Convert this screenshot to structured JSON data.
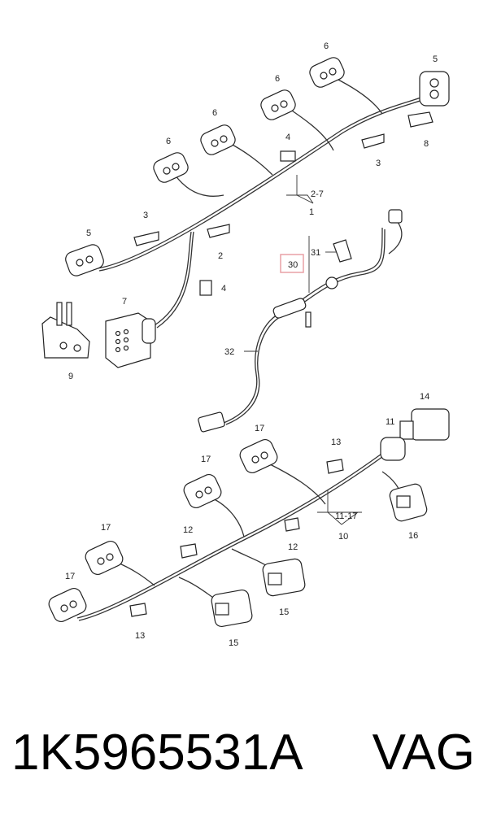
{
  "diagram": {
    "callouts": {
      "c_6a": "6",
      "c_6b": "6",
      "c_6c": "6",
      "c_6d": "6",
      "c_5a": "5",
      "c_5b": "5",
      "c_4a": "4",
      "c_4b": "4",
      "c_3a": "3",
      "c_3b": "3",
      "c_2": "2",
      "c_27": "2-7",
      "c_1": "1",
      "c_8": "8",
      "c_7": "7",
      "c_9": "9",
      "c_30": "30",
      "c_31": "31",
      "c_32": "32",
      "c_14": "14",
      "c_11": "11",
      "c_13a": "13",
      "c_13b": "13",
      "c_17a": "17",
      "c_17b": "17",
      "c_17c": "17",
      "c_17d": "17",
      "c_1117": "11-17",
      "c_10": "10",
      "c_12a": "12",
      "c_12b": "12",
      "c_16": "16",
      "c_15a": "15",
      "c_15b": "15"
    },
    "highlight_color": "#e8a0a6"
  },
  "footer": {
    "part_number": "1K5965531A",
    "brand": "VAG"
  }
}
